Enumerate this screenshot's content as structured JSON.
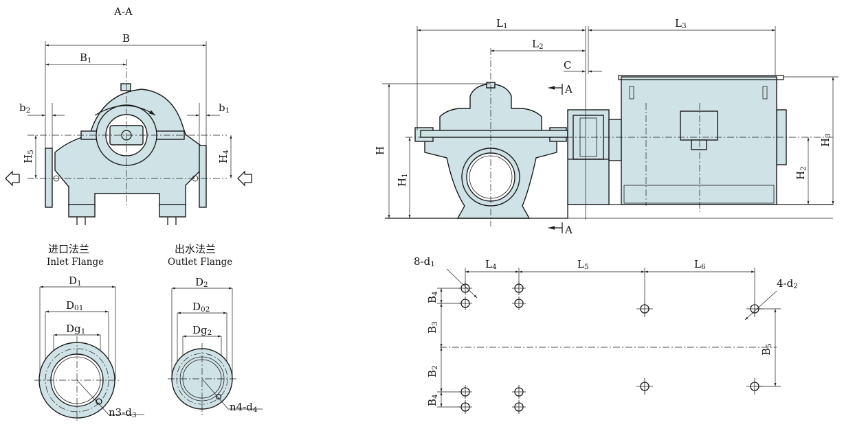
{
  "section": {
    "title": "A-A"
  },
  "dims": {
    "B": "B",
    "B1": "B",
    "b2": "b",
    "b1": "b",
    "H5": "H",
    "H4": "H",
    "L1": "L",
    "L2": "L",
    "L3": "L",
    "C": "C",
    "H": "H",
    "H1": "H",
    "H2": "H",
    "H3": "H",
    "A_top": "A",
    "A_bottom": "A",
    "D1": "D",
    "D01": "D",
    "Dg1": "Dg",
    "n3d3": "n3-d",
    "D2": "D",
    "D02": "D",
    "Dg2": "Dg",
    "n4d4": "n4-d",
    "d8d1": "8-d",
    "d4d2": "4-d",
    "L4": "L",
    "L5": "L",
    "L6": "L",
    "B4a": "B",
    "B3": "B",
    "B2": "B",
    "B4b": "B",
    "B5": "B"
  },
  "subs": {
    "B1": "1",
    "b2": "2",
    "b1": "1",
    "H5": "5",
    "H4": "4",
    "L1": "1",
    "L2": "2",
    "L3": "3",
    "H1": "1",
    "H2": "2",
    "H3": "3",
    "D1": "1",
    "D01": "01",
    "Dg1": "1",
    "n3d3": "3",
    "D2": "2",
    "D02": "02",
    "Dg2": "2",
    "n4d4": "4",
    "d8d1": "1",
    "d4d2": "2",
    "L4": "4",
    "L5": "5",
    "L6": "6",
    "B4a": "4",
    "B3": "3",
    "B2": "2",
    "B4b": "4",
    "B5": "5"
  },
  "flanges": {
    "inlet": {
      "zh": "进口法兰",
      "en": "Inlet Flange"
    },
    "outlet": {
      "zh": "出水法兰",
      "en": "Outlet Flange"
    }
  },
  "colors": {
    "body_fill": "#cfe3e6",
    "line": "#1a1a1a"
  }
}
